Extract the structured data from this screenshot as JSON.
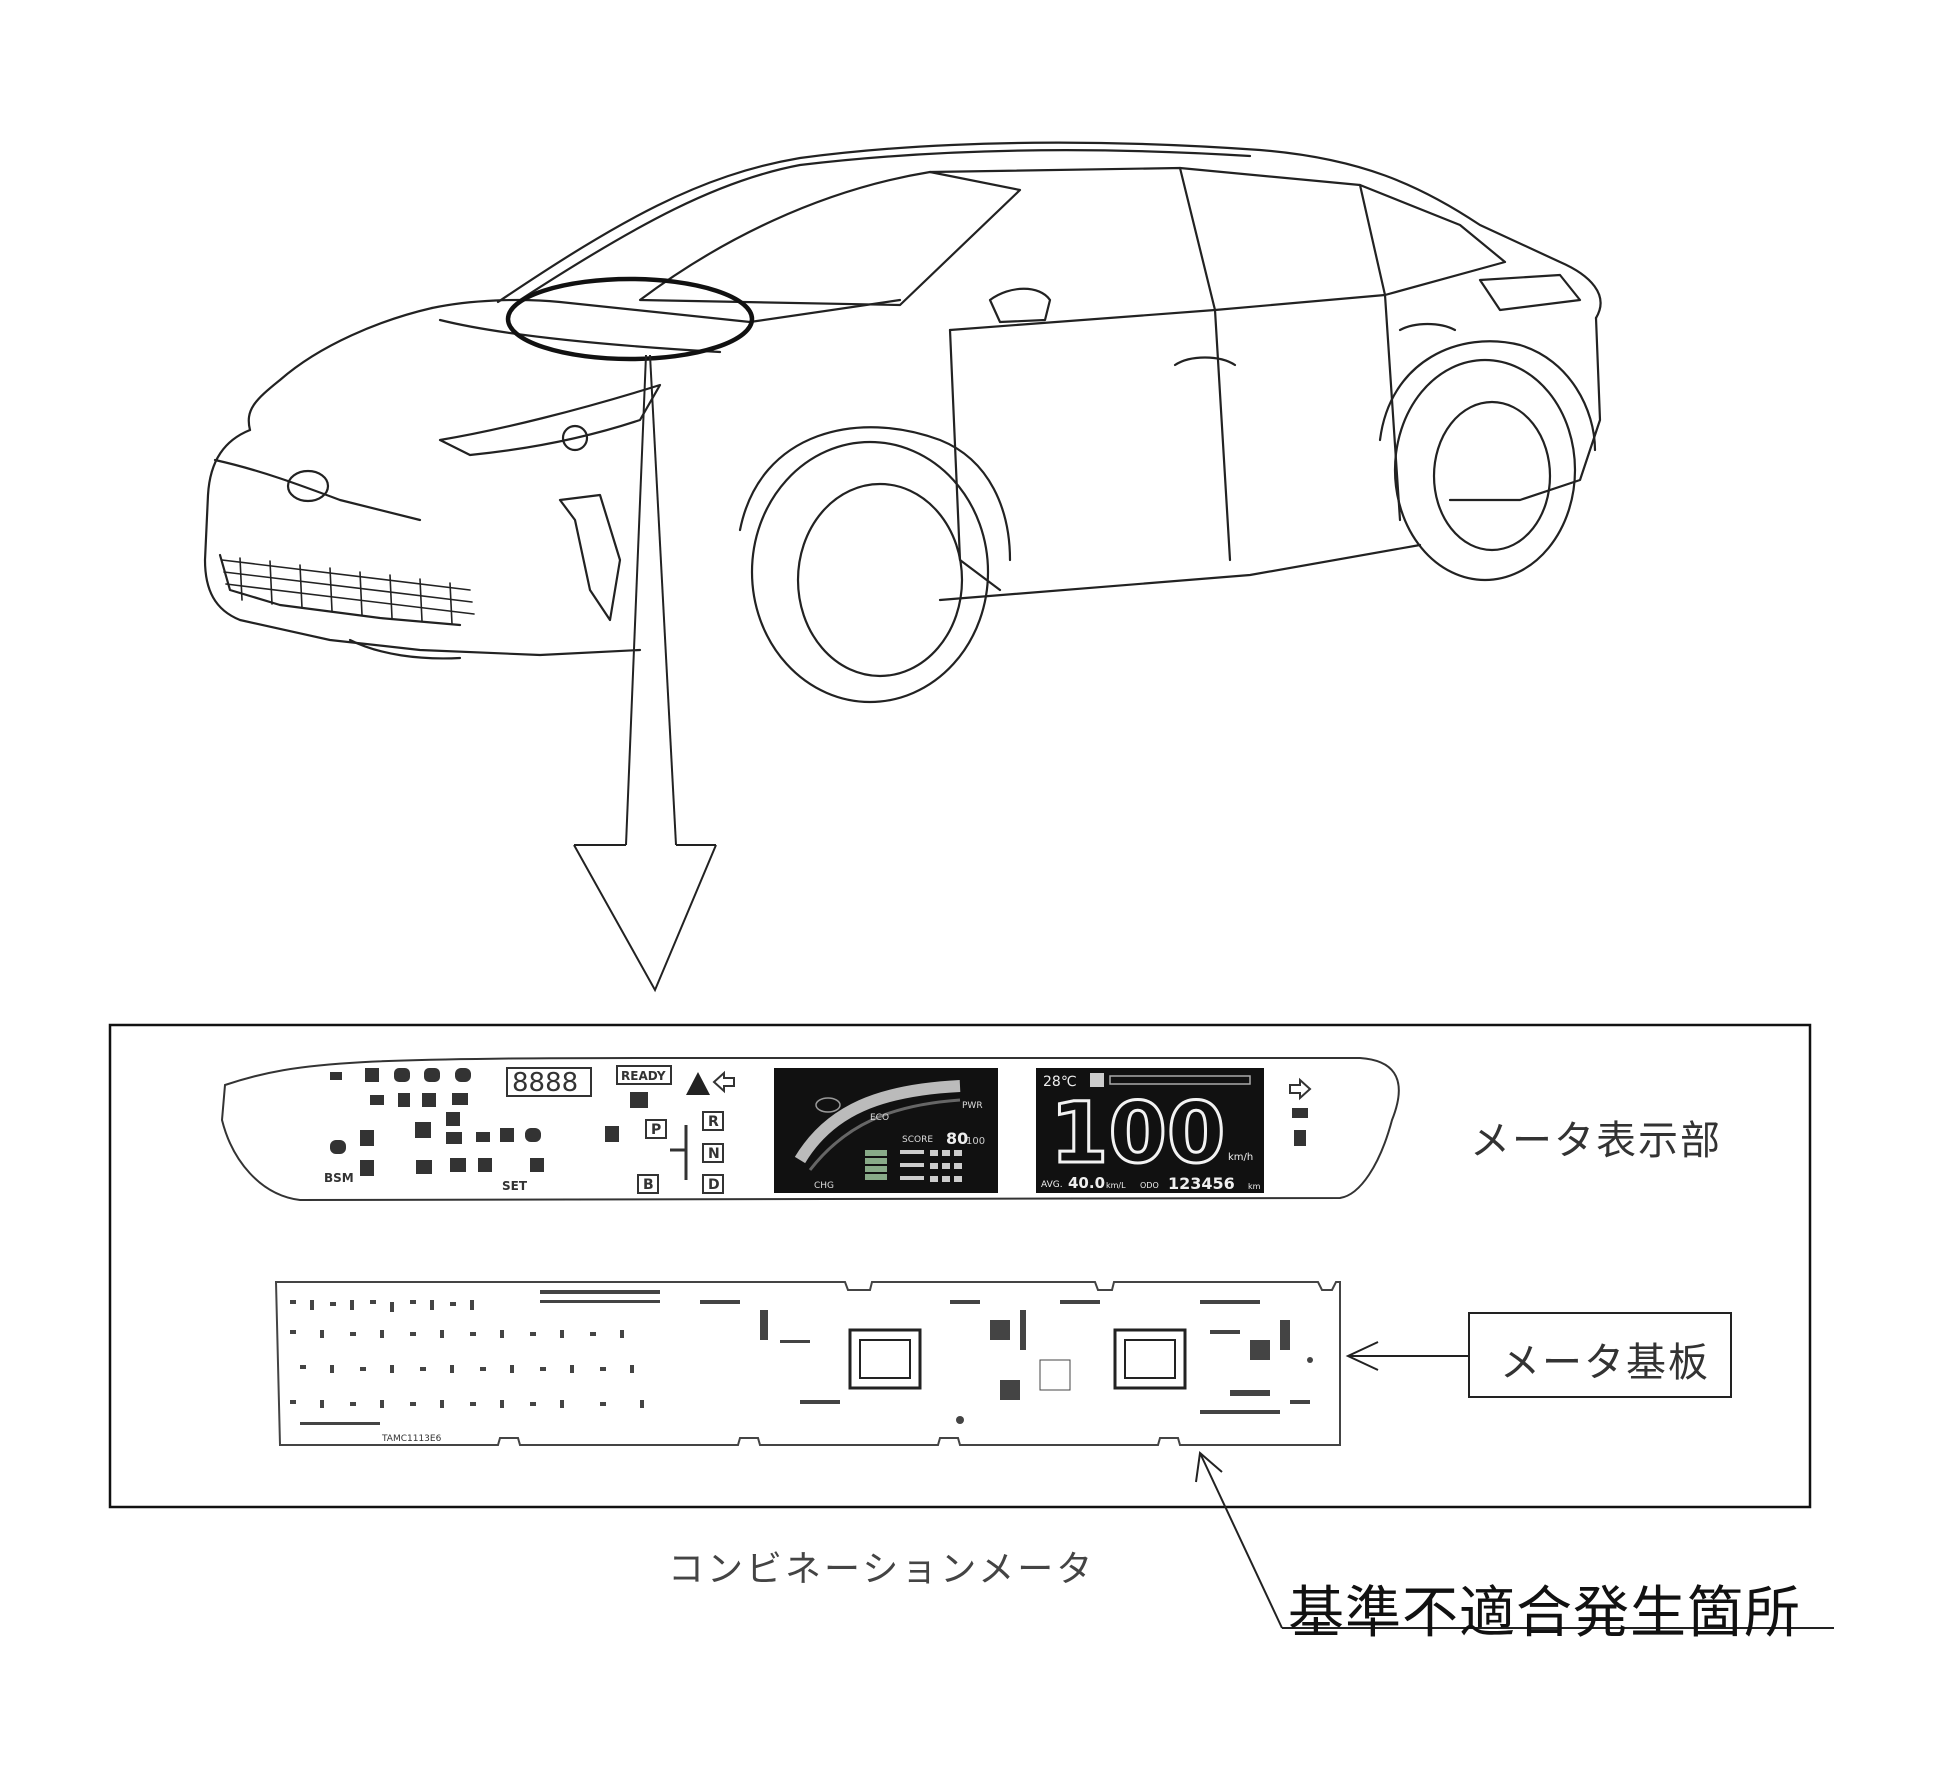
{
  "labels": {
    "meter_display": "メータ表示部",
    "meter_board": "メータ基板",
    "combination_meter": "コンビネーションメータ",
    "defect_location": "基準不適合発生箇所"
  },
  "meter_screen": {
    "odometer_segments": "8888",
    "ready_indicator": "READY",
    "gear_p": "P",
    "gear_r": "R",
    "gear_n": "N",
    "gear_d": "D",
    "gear_b": "B",
    "bsm_indicator": "BSM",
    "set_indicator": "SET",
    "eco_label": "ECO",
    "pwr_label": "PWR",
    "chg_label": "CHG",
    "score_label": "SCORE",
    "score_value": "80",
    "score_max": "100",
    "outside_temp": "28℃",
    "speed": "100",
    "speed_unit": "km/h",
    "avg_label": "AVG.",
    "avg_value": "40.0",
    "avg_unit": "km/L",
    "odo_label": "ODO",
    "odo_value": "123456",
    "odo_unit": "km"
  },
  "board_marking": "TAMC1113E6",
  "colors": {
    "line": "#222222",
    "screen_bg": "#111111"
  }
}
